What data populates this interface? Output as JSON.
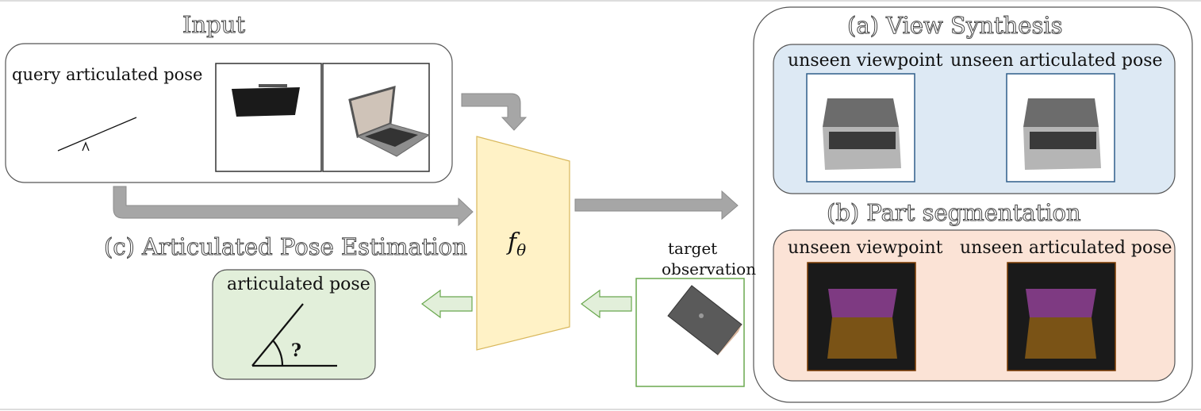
{
  "input": {
    "title": "Input",
    "query_label": "query articulated pose"
  },
  "model": {
    "label": "f",
    "subscript": "θ"
  },
  "estimation": {
    "title": "(c) Articulated Pose Estimation",
    "box_label": "articulated pose",
    "unknown": "?"
  },
  "target": {
    "label_line1": "target",
    "label_line2": "observation"
  },
  "view_synthesis": {
    "title": "(a) View Synthesis",
    "left_label": "unseen viewpoint",
    "right_label": "unseen articulated pose"
  },
  "part_segmentation": {
    "title": "(b) Part segmentation",
    "left_label": "unseen viewpoint",
    "right_label": "unseen articulated pose"
  },
  "colors": {
    "view_synthesis_bg": "#dde9f4",
    "part_segmentation_bg": "#fbe3d6",
    "estimation_bg": "#e2efda",
    "model_fill": "#fff2c6",
    "arrow_gray": "#a6a6a6",
    "arrow_green": "#e2efda",
    "segment_top": "#7e3a82",
    "segment_bottom": "#7a5316"
  }
}
